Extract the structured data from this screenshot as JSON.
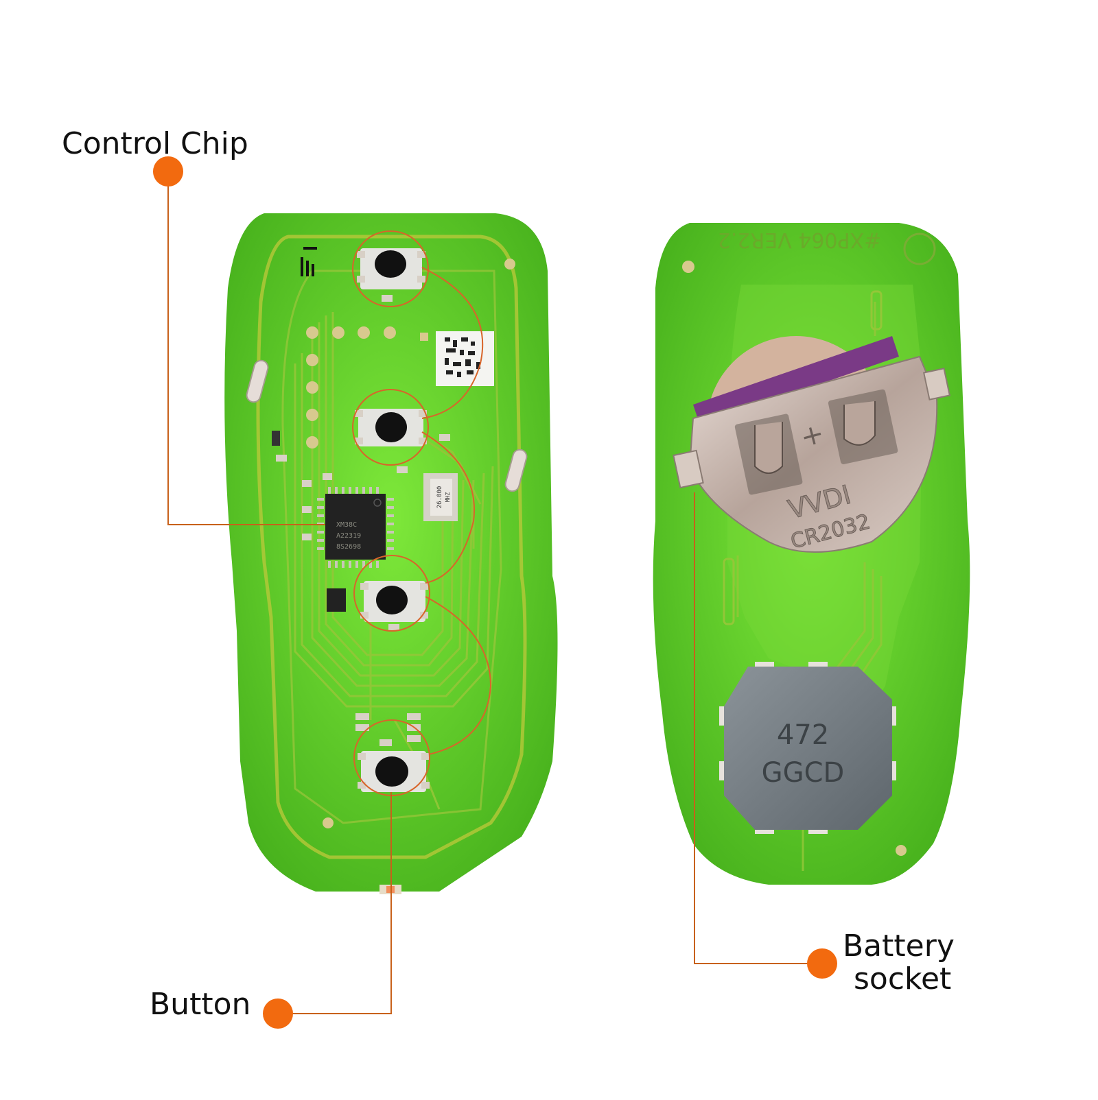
{
  "callouts": {
    "control_chip": "Control Chip",
    "button": "Button",
    "battery_line1": "Battery",
    "battery_line2": "socket"
  },
  "board_markings": {
    "version": "#XP064 VER2.2",
    "main_chip_line1": "XM38C",
    "main_chip_line2": "A22319",
    "main_chip_line3": "8S2698",
    "crystal_line1": "26.000",
    "crystal_line2": "MHZ",
    "battery_brand": "VVDI",
    "battery_model": "CR2032",
    "inductor_line1": "472",
    "inductor_line2": "GGCD"
  },
  "colors": {
    "callout_accent": "#f26a0f",
    "leader_line": "#c8611a",
    "pcb_green": "#5fcf2e",
    "button_black": "#111111",
    "battery_metal": "#c9b9b2"
  }
}
